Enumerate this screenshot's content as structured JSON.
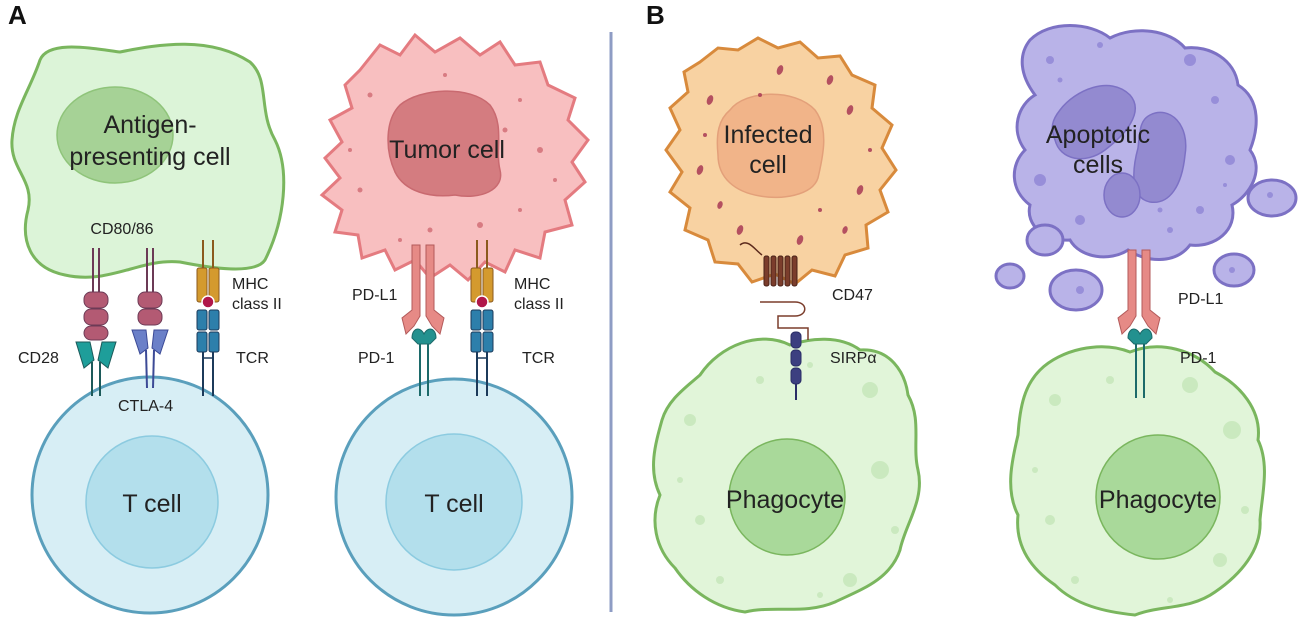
{
  "panels": [
    {
      "letter": "A"
    },
    {
      "letter": "B"
    }
  ],
  "labels": {
    "apc_line1": "Antigen-",
    "apc_line2": "presenting cell",
    "tumor_cell": "Tumor cell",
    "t_cell_left": "T cell",
    "t_cell_right": "T cell",
    "infected_line1": "Infected",
    "infected_line2": "cell",
    "apoptotic_line1": "Apoptotic",
    "apoptotic_line2": "cells",
    "phagocyte_left": "Phagocyte",
    "phagocyte_right": "Phagocyte"
  },
  "molecules": {
    "cd80_86": "CD80/86",
    "mhc_a1_line1": "MHC",
    "mhc_a1_line2": "class II",
    "cd28": "CD28",
    "ctla4": "CTLA-4",
    "tcr_a1": "TCR",
    "pdl1_a2": "PD-L1",
    "pd1_a2": "PD-1",
    "mhc_a2_line1": "MHC",
    "mhc_a2_line2": "class II",
    "tcr_a2": "TCR",
    "cd47": "CD47",
    "sirpa": "SIRPα",
    "pdl1_b2": "PD-L1",
    "pd1_b2": "PD-1"
  },
  "colors": {
    "apc_fill": "#dcf4d8",
    "apc_stroke": "#7ab65e",
    "apc_nucleus": "#a6d296",
    "tcell_fill": "#d7eef5",
    "tcell_stroke": "#5a9fbc",
    "tcell_nucleus": "#b3dfec",
    "tumor_fill": "#f8bfc0",
    "tumor_stroke": "#e47b80",
    "tumor_nucleus": "#d47c80",
    "infected_fill": "#f8d2a2",
    "infected_stroke": "#d88a3c",
    "infected_nucleus": "#f1b489",
    "apoptotic_fill": "#b9b3e8",
    "apoptotic_stroke": "#7c71c4",
    "apoptotic_nucleus": "#938ad0",
    "phagocyte_fill": "#e1f5d9",
    "phagocyte_stroke": "#7ab65e",
    "phagocyte_nucleus": "#a9d99a",
    "divider": "#8e9cc4",
    "mhc_gold": "#d49a2e",
    "tcr_blue": "#2d7fab",
    "cd80_red": "#b35a73",
    "cd28_teal": "#1e9e9a",
    "ctla4_blue": "#6b80c8",
    "pdl1_pink": "#e68a86",
    "pd1_teal": "#23918f",
    "sirpa_navy": "#3c3f80",
    "cd47_brown": "#7b3d2c"
  }
}
